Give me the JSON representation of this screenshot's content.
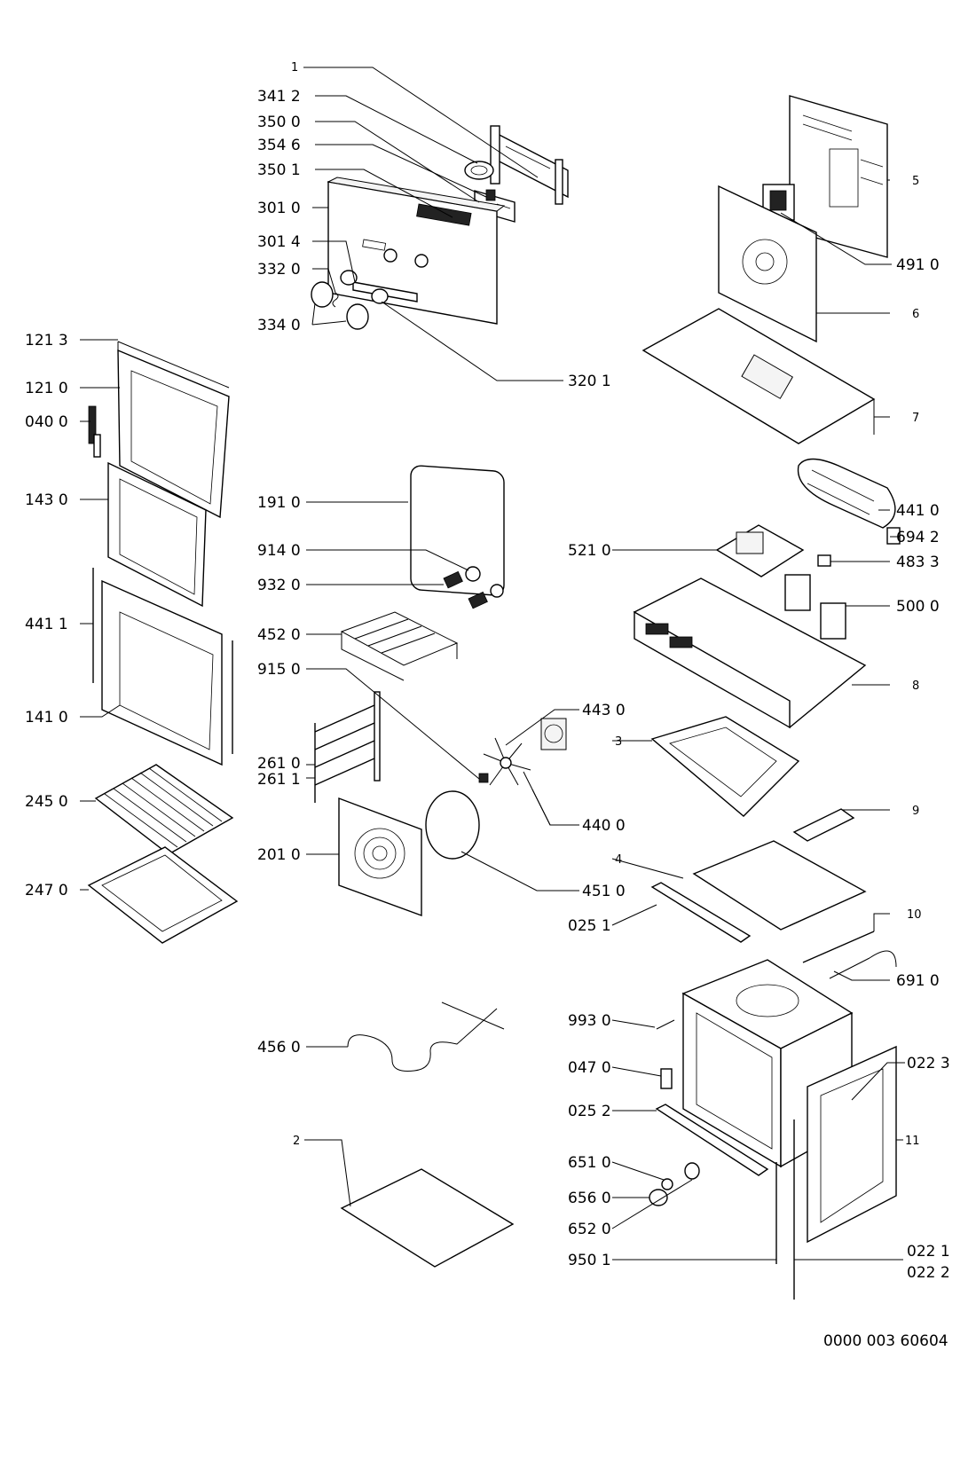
{
  "document_number": "0000 003 60604",
  "parts": {
    "p1": "1",
    "p3412": "341 2",
    "p3500": "350 0",
    "p3546": "354 6",
    "p3501": "350 1",
    "p3010": "301 0",
    "p3014": "301 4",
    "p3320": "332 0",
    "p3340": "334 0",
    "p3201": "320 1",
    "p1213": "121 3",
    "p1210": "121 0",
    "p0400": "040 0",
    "p1430": "143 0",
    "p4411": "441 1",
    "p1410": "141 0",
    "p2450": "245 0",
    "p2470": "247 0",
    "p1910": "191 0",
    "p9140": "914 0",
    "p9320": "932 0",
    "p4520": "452 0",
    "p9150": "915 0",
    "p2610": "261 0",
    "p2611": "261 1",
    "p2010": "201 0",
    "p4430": "443 0",
    "p4400": "440 0",
    "p4510": "451 0",
    "p4560": "456 0",
    "p2": "2",
    "p5": "5",
    "p4910": "491 0",
    "p6": "6",
    "p7": "7",
    "p4410": "441 0",
    "p6942": "694 2",
    "p5210": "521 0",
    "p4833": "483 3",
    "p5000": "500 0",
    "p8": "8",
    "p3": "3",
    "p9": "9",
    "p4": "4",
    "p0251": "025 1",
    "p10": "10",
    "p6910": "691 0",
    "p9930": "993 0",
    "p0470": "047 0",
    "p0223": "022 3",
    "p0252": "025 2",
    "p11": "11",
    "p6510": "651 0",
    "p6560": "656 0",
    "p6520": "652 0",
    "p9501": "950 1",
    "p0221": "022 1",
    "p0222": "022 2"
  }
}
